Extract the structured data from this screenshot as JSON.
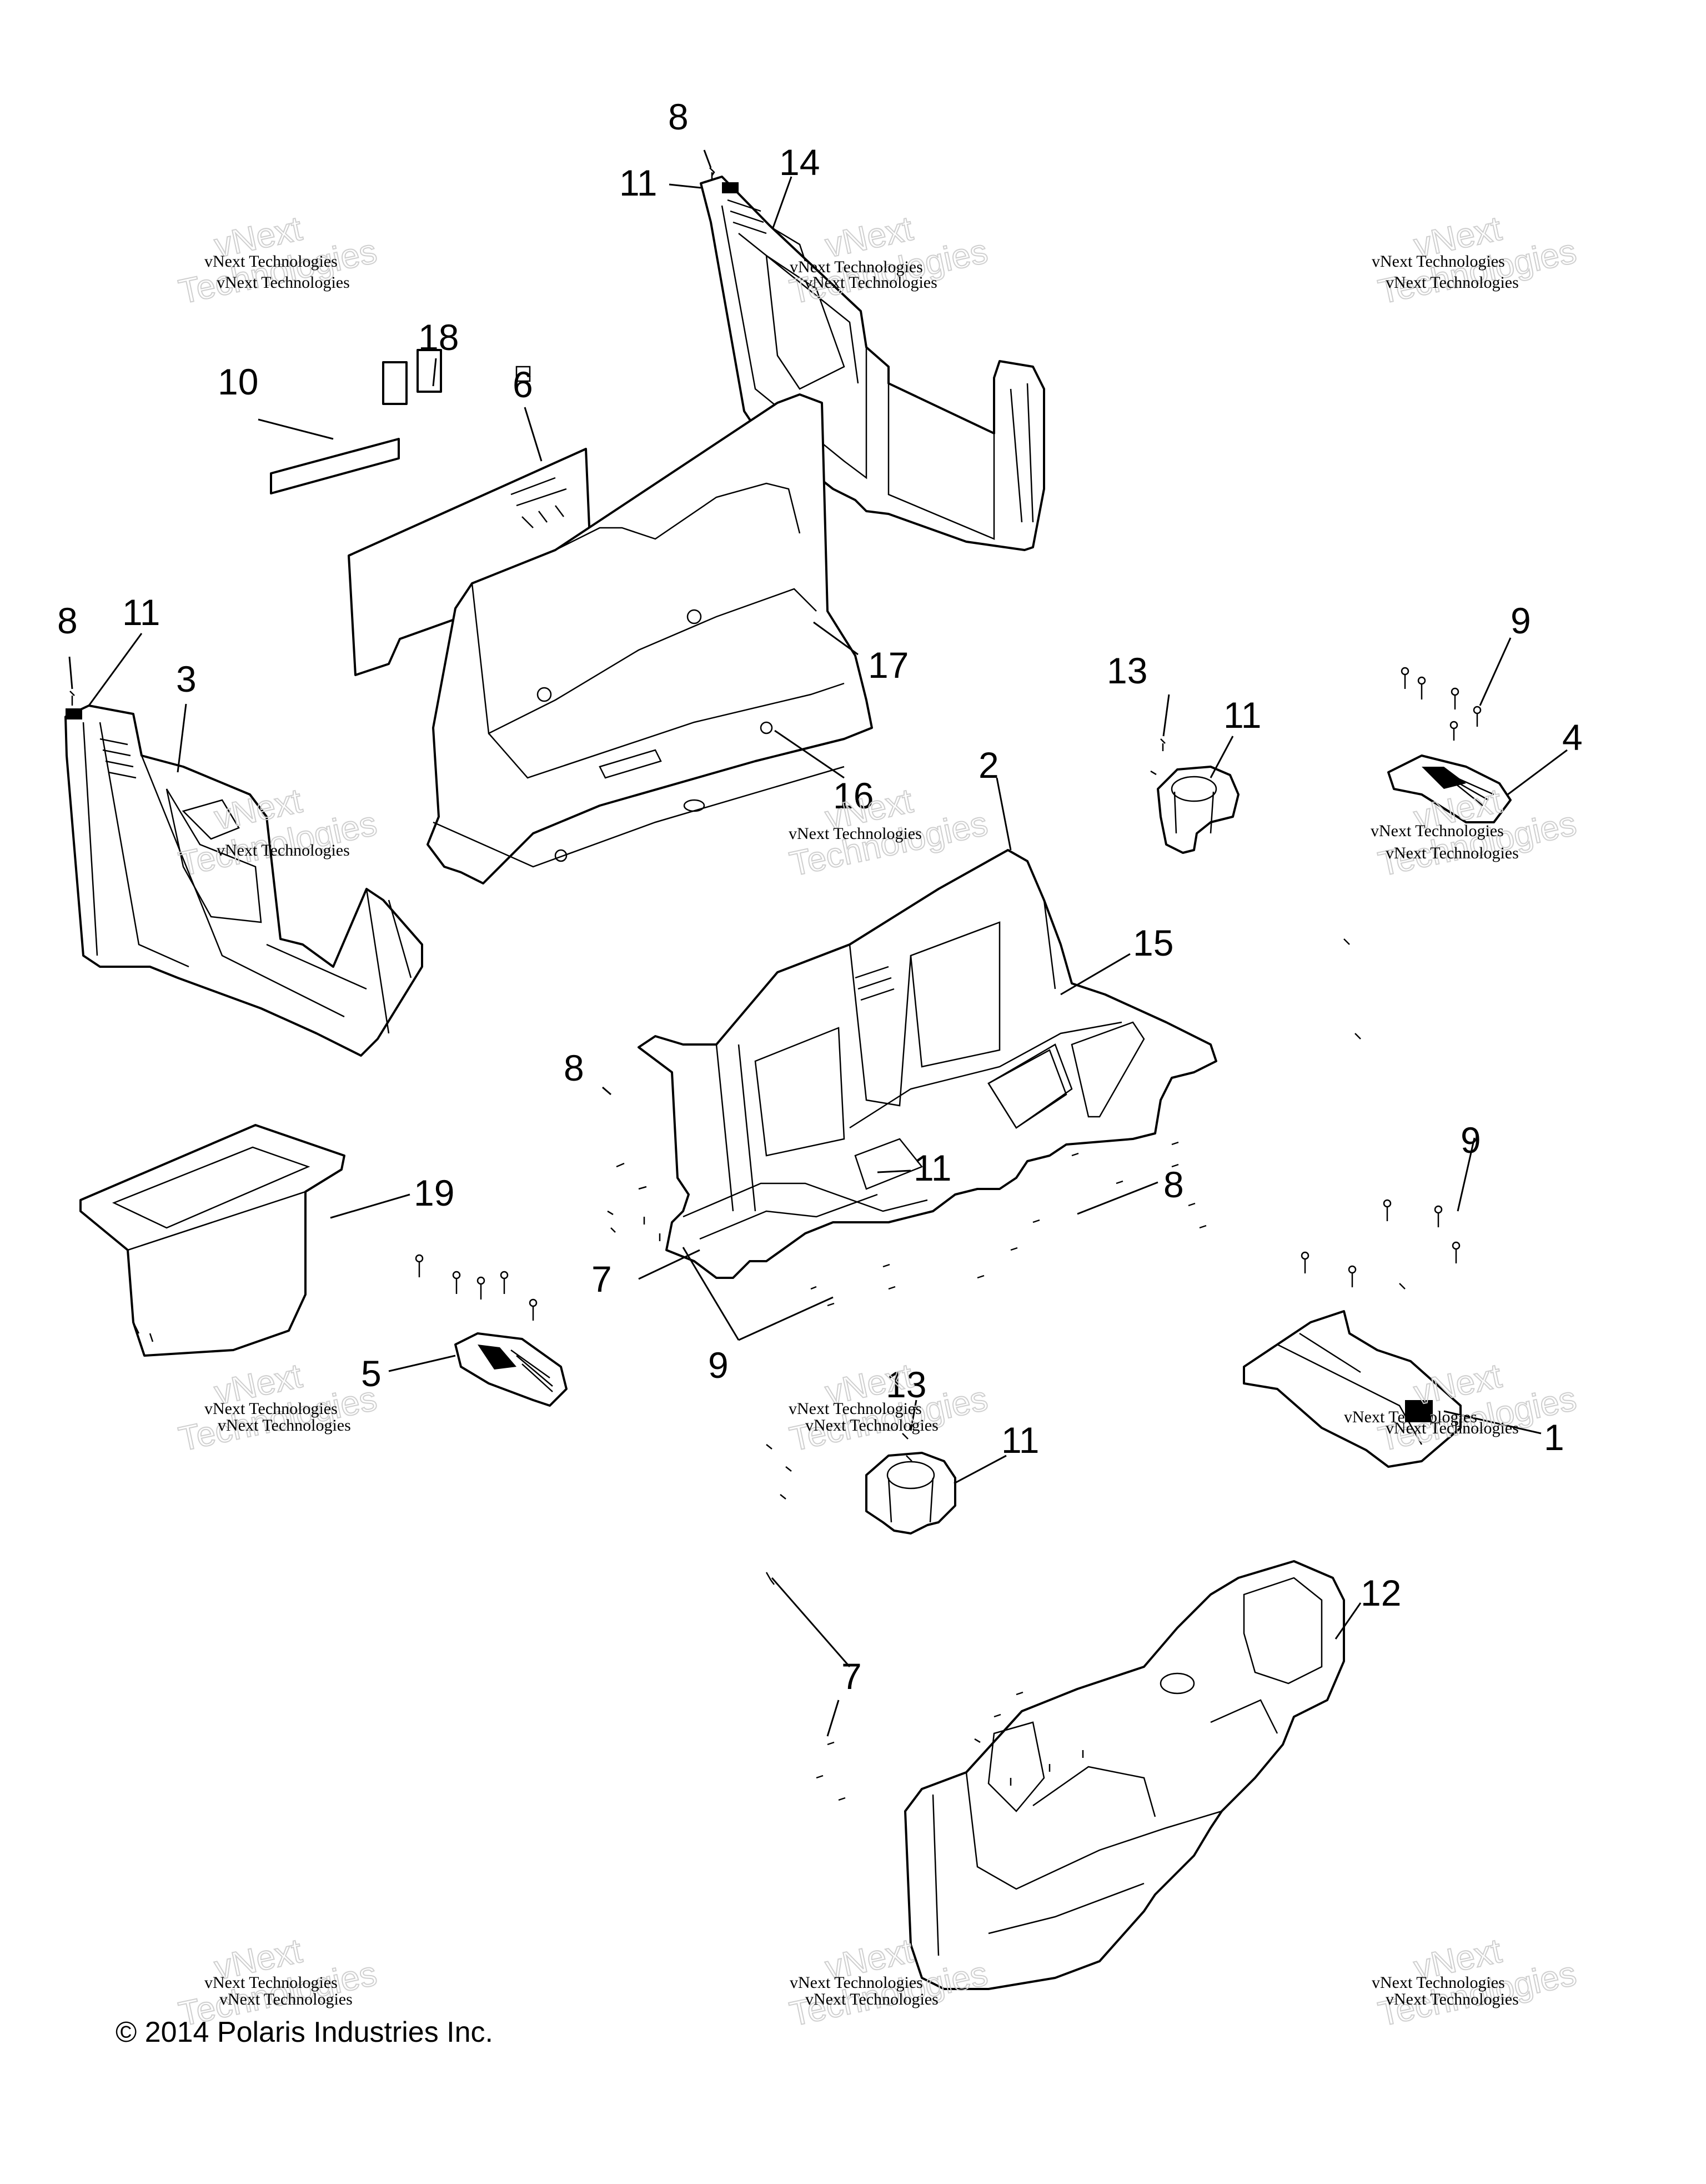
{
  "copyright": "© 2014 Polaris Industries Inc.",
  "watermark": {
    "line1": "vNext Technologies",
    "line2": "vNext",
    "line3": "Technologies"
  },
  "callouts": {
    "c1": "1",
    "c2": "2",
    "c3": "3",
    "c4": "4",
    "c5": "5",
    "c6": "6",
    "c7a": "7",
    "c7b": "7",
    "c8a": "8",
    "c8b": "8",
    "c8c": "8",
    "c8d": "8",
    "c9a": "9",
    "c9b": "9",
    "c9c": "9",
    "c10": "10",
    "c11a": "11",
    "c11b": "11",
    "c11c": "11",
    "c11d": "11",
    "c11e": "11",
    "c12": "12",
    "c13a": "13",
    "c13b": "13",
    "c14": "14",
    "c15": "15",
    "c16": "16",
    "c17": "17",
    "c18": "18",
    "c19": "19"
  }
}
